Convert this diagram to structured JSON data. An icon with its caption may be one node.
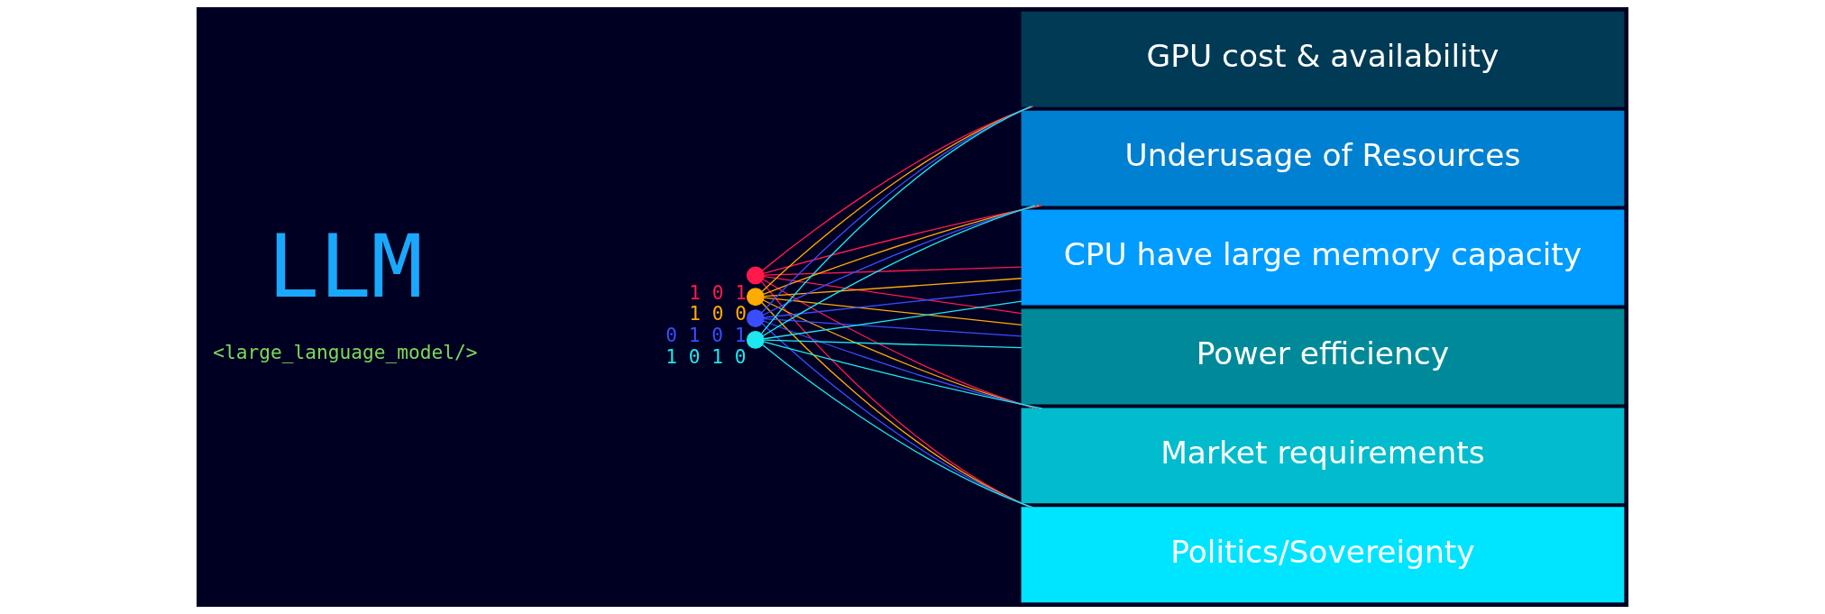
{
  "diagram": {
    "nodes": [
      {
        "text": [],
        "shape": "circle",
        "beside": [
          "1 0 1"
        ]
      },
      {
        "text": [],
        "shape": "circle",
        "beside": [
          "1 0 0"
        ]
      },
      {
        "text": [],
        "shape": "circle",
        "beside": [
          "0 1 0 1"
        ]
      },
      {
        "text": [],
        "shape": "circle",
        "beside": [
          "1 0 1 0"
        ]
      },
      {
        "text": [
          "GPU cost & availability"
        ]
      },
      {
        "text": [
          "Underusage of Resources"
        ]
      },
      {
        "text": [
          "CPU have large memory capacity"
        ]
      },
      {
        "text": [
          "Power efficiency"
        ]
      },
      {
        "text": [
          "Market requirements"
        ]
      },
      {
        "text": [
          "Politics/Sovereignty"
        ]
      }
    ],
    "edges": [
      {
        "from": 0,
        "to": 4,
        "arrow": "none",
        "color": "#ff1a4b"
      },
      {
        "from": 0,
        "to": 5,
        "arrow": "none",
        "color": "#ff1a4b"
      },
      {
        "from": 0,
        "to": 6,
        "arrow": "none",
        "color": "#ff1a4b"
      },
      {
        "from": 0,
        "to": 7,
        "arrow": "none",
        "color": "#ff1a4b"
      },
      {
        "from": 0,
        "to": 8,
        "arrow": "none",
        "color": "#ff1a4b"
      },
      {
        "from": 0,
        "to": 9,
        "arrow": "none",
        "color": "#ff1a4b"
      },
      {
        "from": 1,
        "to": 4,
        "arrow": "none",
        "color": "#ffab00"
      },
      {
        "from": 1,
        "to": 5,
        "arrow": "none",
        "color": "#ffab00"
      },
      {
        "from": 1,
        "to": 6,
        "arrow": "none",
        "color": "#ffab00"
      },
      {
        "from": 1,
        "to": 7,
        "arrow": "none",
        "color": "#ffab00"
      },
      {
        "from": 1,
        "to": 8,
        "arrow": "none",
        "color": "#ffab00"
      },
      {
        "from": 1,
        "to": 9,
        "arrow": "none",
        "color": "#ffab00"
      },
      {
        "from": 2,
        "to": 4,
        "arrow": "none",
        "color": "#3a4dff"
      },
      {
        "from": 2,
        "to": 5,
        "arrow": "none",
        "color": "#3a4dff"
      },
      {
        "from": 2,
        "to": 6,
        "arrow": "none",
        "color": "#3a4dff"
      },
      {
        "from": 2,
        "to": 7,
        "arrow": "none",
        "color": "#3a4dff"
      },
      {
        "from": 2,
        "to": 8,
        "arrow": "none",
        "color": "#3a4dff"
      },
      {
        "from": 2,
        "to": 9,
        "arrow": "none",
        "color": "#3a4dff"
      },
      {
        "from": 3,
        "to": 4,
        "arrow": "none",
        "color": "#1ce8f0"
      },
      {
        "from": 3,
        "to": 5,
        "arrow": "none",
        "color": "#1ce8f0"
      },
      {
        "from": 3,
        "to": 6,
        "arrow": "none",
        "color": "#1ce8f0"
      },
      {
        "from": 3,
        "to": 7,
        "arrow": "none",
        "color": "#1ce8f0"
      },
      {
        "from": 3,
        "to": 8,
        "arrow": "none",
        "color": "#1ce8f0"
      },
      {
        "from": 3,
        "to": 9,
        "arrow": "none",
        "color": "#1ce8f0"
      }
    ],
    "labels": [
      "LLM",
      "<large_language_model/>"
    ]
  }
}
